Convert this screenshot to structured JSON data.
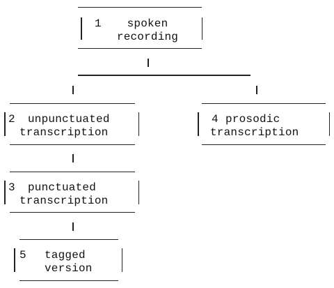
{
  "nodes": [
    {
      "number": "1",
      "line1": "spoken",
      "line2": "recording"
    },
    {
      "number": "2",
      "line1": "unpunctuated",
      "line2": "transcription"
    },
    {
      "number": "3",
      "line1": "punctuated",
      "line2": "transcription"
    },
    {
      "number": "4",
      "line1": "prosodic",
      "line2": "transcription"
    },
    {
      "number": "5",
      "line1": "tagged",
      "line2": "version"
    }
  ]
}
